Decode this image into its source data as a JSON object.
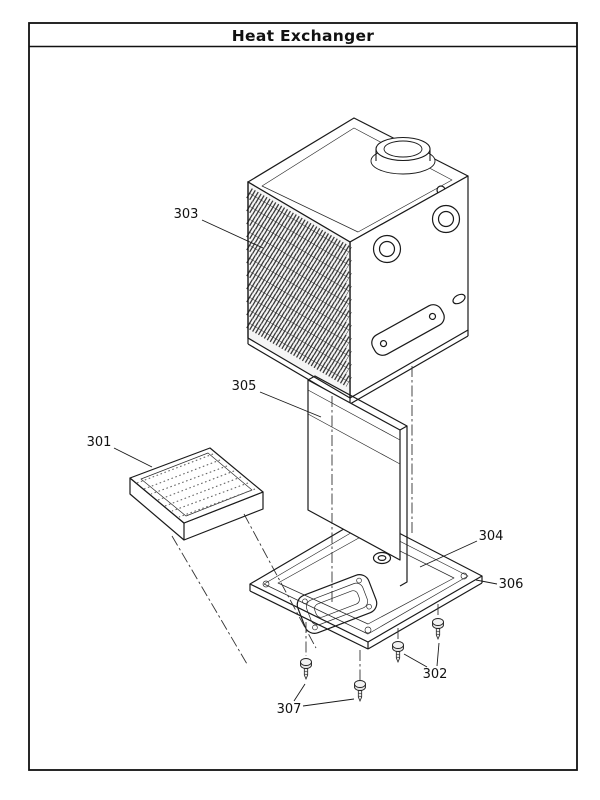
{
  "title": "Heat Exchanger",
  "parts": [
    {
      "number": "301"
    },
    {
      "number": "302"
    },
    {
      "number": "303"
    },
    {
      "number": "304"
    },
    {
      "number": "305"
    },
    {
      "number": "306"
    },
    {
      "number": "307"
    }
  ]
}
